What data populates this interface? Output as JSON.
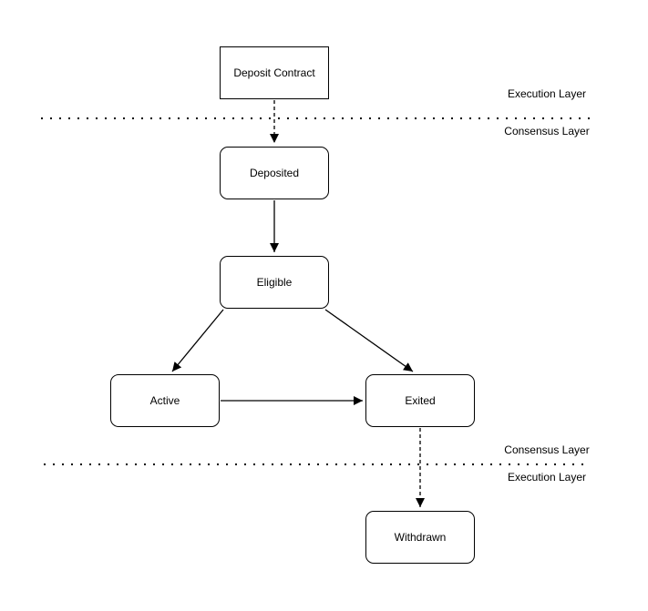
{
  "diagram": {
    "type": "state-flow-diagram",
    "colors": {
      "background": "#ffffff",
      "stroke": "#000000",
      "text": "#000000"
    },
    "nodes": [
      {
        "id": "deposit_contract",
        "label": "Deposit Contract",
        "shape": "rectangle"
      },
      {
        "id": "deposited",
        "label": "Deposited",
        "shape": "rounded"
      },
      {
        "id": "eligible",
        "label": "Eligible",
        "shape": "rounded"
      },
      {
        "id": "active",
        "label": "Active",
        "shape": "rounded"
      },
      {
        "id": "exited",
        "label": "Exited",
        "shape": "rounded"
      },
      {
        "id": "withdrawn",
        "label": "Withdrawn",
        "shape": "rounded"
      }
    ],
    "edges": [
      {
        "from": "deposit_contract",
        "to": "deposited",
        "style": "dashed"
      },
      {
        "from": "deposited",
        "to": "eligible",
        "style": "solid"
      },
      {
        "from": "eligible",
        "to": "active",
        "style": "solid"
      },
      {
        "from": "eligible",
        "to": "exited",
        "style": "solid"
      },
      {
        "from": "active",
        "to": "exited",
        "style": "solid"
      },
      {
        "from": "exited",
        "to": "withdrawn",
        "style": "dashed"
      }
    ],
    "separators": [
      {
        "position": "top",
        "above_label": "Execution Layer",
        "below_label": "Consensus Layer"
      },
      {
        "position": "bottom",
        "above_label": "Consensus Layer",
        "below_label": "Execution Layer"
      }
    ],
    "layer_labels": {
      "top_execution": "Execution Layer",
      "top_consensus": "Consensus Layer",
      "bottom_consensus": "Consensus Layer",
      "bottom_execution": "Execution Layer"
    }
  }
}
